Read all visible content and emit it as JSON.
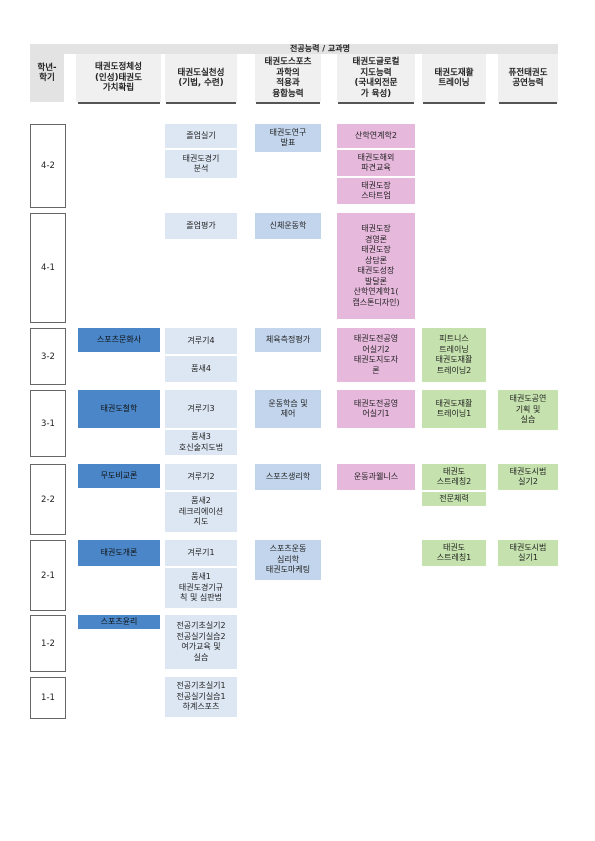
{
  "header": {
    "title": "전공능력 / 교과명",
    "year_label": "학년-\n학기",
    "columns": [
      "태권도정체성\n(인성)태권도\n가치확립",
      "태권도실천성\n(기법, 수련)",
      "태권도스포츠\n과학의\n적용과\n융합능력",
      "태권도글로컬\n지도능력\n(국내외전문\n가 육성)",
      "태권도재활\n트레이닝",
      "퓨전태권도\n공연능력"
    ]
  },
  "years": [
    "4-2",
    "4-1",
    "3-2",
    "3-1",
    "2-2",
    "2-1",
    "1-2",
    "1-1"
  ],
  "courses": {
    "y42": {
      "practice": [
        "졸업실기",
        "태권도경기\n분석"
      ],
      "science": "태권도연구\n발표",
      "global": [
        "산학연계학2",
        "태권도해외\n파견교육",
        "태권도장\n스타트업"
      ]
    },
    "y41": {
      "practice": "졸업평가",
      "science": "신체운동학",
      "global": "태권도장\n경영론\n태권도장\n상담론\n태권도성장\n발달론\n산학연계학1(\n캡스톤디자인)"
    },
    "y32": {
      "identity": "스포츠문화사",
      "practice": [
        "겨루기4",
        "품새4"
      ],
      "science": "체육측정평가",
      "global": "태권도전공영\n어실기2\n태권도지도자\n론",
      "rehab": "피트니스\n트레이닝\n태권도재활\n트레이닝2"
    },
    "y31": {
      "identity": "태권도철학",
      "practice": [
        "겨루기3",
        "품새3\n호신술지도법"
      ],
      "science": "운동학습 및\n제어",
      "global": "태권도전공영\n어실기1",
      "rehab": "태권도재활\n트레이닝1",
      "fusion": "태권도공연\n기획 및\n실습"
    },
    "y22": {
      "identity": "무도비교론",
      "practice": [
        "겨루기2",
        "품새2\n레크리에이션\n지도"
      ],
      "science": "스포츠생리학",
      "global": "운동과웰니스",
      "rehab": [
        "태권도\n스트레칭2",
        "전문체력"
      ],
      "fusion": "태권도시범\n실기2"
    },
    "y21": {
      "identity": "태권도개론",
      "practice": [
        "겨루기1",
        "품새1\n태권도경기규\n칙 및 심판법"
      ],
      "science": "스포츠운동\n심리학\n태권도마케팅",
      "rehab": "태권도\n스트레칭1",
      "fusion": "태권도시범\n실기1"
    },
    "y12": {
      "identity": "스포츠윤리",
      "practice": "전공기초실기2\n전공실기실습2\n여가교육 및\n실습"
    },
    "y11": {
      "practice": "전공기초실기1\n전공실기실습1\n하계스포츠"
    }
  },
  "colors": {
    "identity": "#4a86c8",
    "practice": "#dde7f4",
    "science": "#c3d5ec",
    "global": "#e6b8dc",
    "rehab_fusion": "#c5e2ae"
  }
}
